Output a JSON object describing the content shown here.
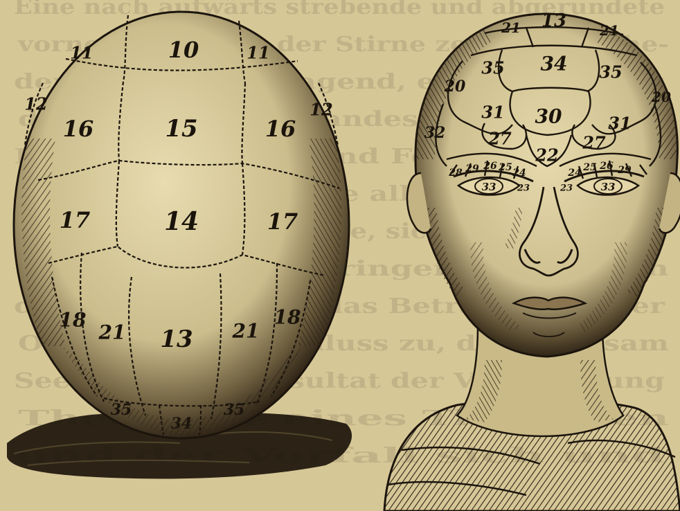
{
  "background_text": [
    "Eine nach aufwärts strebende und abgerundete",
    "vorne höhe Form der Stirne zeigt den Höhe-",
    "der Vernunft vorragend, entschieden ist",
    "die Höhe des Verstandes und Gewissens",
    "Der Erhabenheit und Form des Hoch-",
    "des Organs. Einzelne alle Theile Organe",
    "der, so bemerkt, welche, sich hauptsächlich",
    "Ausbildung, wie bringen, so Mensch",
    "die Rede rest, sich das Betracht unserer",
    "Organe, einem Schluss zu, da gleichsam",
    "Seele, wie das Resultat der Vergleichung",
    "Theile, die eines Theils den",
    "und der Vorfall sich und"
  ],
  "egg_head": {
    "labels": [
      {
        "id": "zone-10",
        "text": "10"
      },
      {
        "id": "zone-11-left",
        "text": "11"
      },
      {
        "id": "zone-11-right",
        "text": "11"
      },
      {
        "id": "zone-12-left",
        "text": "12"
      },
      {
        "id": "zone-12-right",
        "text": "12"
      },
      {
        "id": "zone-15",
        "text": "15"
      },
      {
        "id": "zone-16-left",
        "text": "16"
      },
      {
        "id": "zone-16-right",
        "text": "16"
      },
      {
        "id": "zone-14",
        "text": "14"
      },
      {
        "id": "zone-17-left",
        "text": "17"
      },
      {
        "id": "zone-17-right",
        "text": "17"
      },
      {
        "id": "zone-18-left",
        "text": "18"
      },
      {
        "id": "zone-18-right",
        "text": "18"
      },
      {
        "id": "zone-21-left",
        "text": "21"
      },
      {
        "id": "zone-21-right",
        "text": "21"
      },
      {
        "id": "zone-13",
        "text": "13"
      },
      {
        "id": "zone-35-left",
        "text": "35"
      },
      {
        "id": "zone-35-right",
        "text": "35"
      },
      {
        "id": "zone-34",
        "text": "34"
      }
    ]
  },
  "face_head": {
    "labels": [
      {
        "id": "zone-13",
        "text": "13"
      },
      {
        "id": "zone-21-left",
        "text": "21"
      },
      {
        "id": "zone-21-right",
        "text": "21"
      },
      {
        "id": "zone-35-left",
        "text": "35"
      },
      {
        "id": "zone-34",
        "text": "34"
      },
      {
        "id": "zone-35-right",
        "text": "35"
      },
      {
        "id": "zone-20-left",
        "text": "20"
      },
      {
        "id": "zone-20-right",
        "text": "20"
      },
      {
        "id": "zone-31-left",
        "text": "31"
      },
      {
        "id": "zone-30",
        "text": "30"
      },
      {
        "id": "zone-31-right",
        "text": "31"
      },
      {
        "id": "zone-32",
        "text": "32"
      },
      {
        "id": "zone-27-left",
        "text": "27"
      },
      {
        "id": "zone-22",
        "text": "22"
      },
      {
        "id": "zone-27-right",
        "text": "27"
      },
      {
        "id": "zone-28-left",
        "text": "28"
      },
      {
        "id": "zone-29-left",
        "text": "29"
      },
      {
        "id": "zone-26-left",
        "text": "26"
      },
      {
        "id": "zone-25-left",
        "text": "25"
      },
      {
        "id": "zone-24-left",
        "text": "24"
      },
      {
        "id": "zone-24-right",
        "text": "24"
      },
      {
        "id": "zone-25-right",
        "text": "25"
      },
      {
        "id": "zone-26-right",
        "text": "26"
      },
      {
        "id": "zone-29-right",
        "text": "29"
      },
      {
        "id": "zone-23-left",
        "text": "23"
      },
      {
        "id": "zone-23-right",
        "text": "23"
      },
      {
        "id": "zone-33-left",
        "text": "33"
      },
      {
        "id": "zone-33-right",
        "text": "33"
      }
    ]
  },
  "colors": {
    "paper": "#d6c797",
    "ink": "#1c150d"
  }
}
